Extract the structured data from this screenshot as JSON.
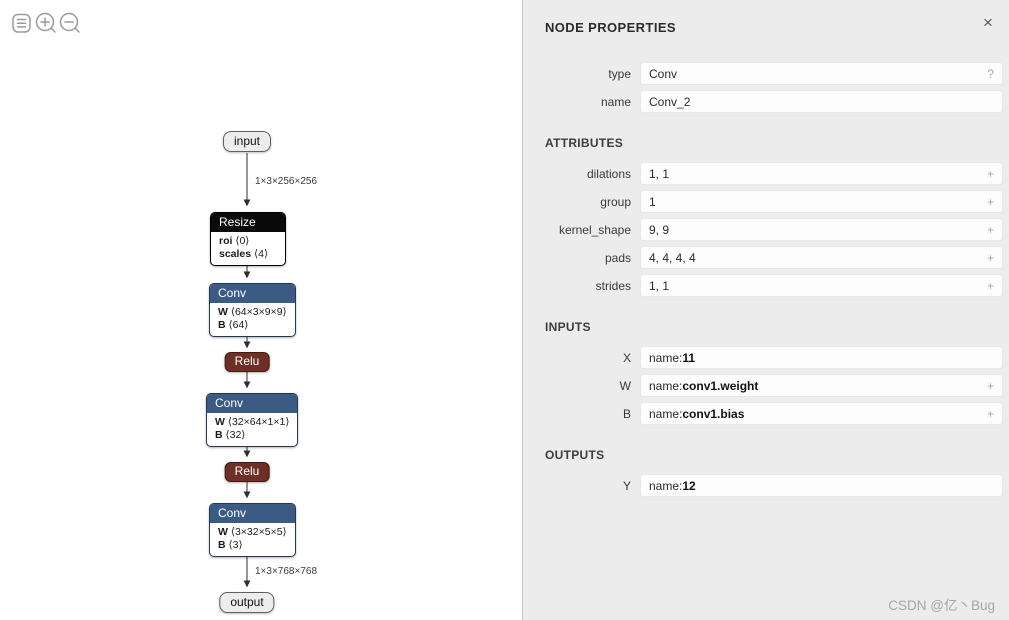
{
  "toolbar": {
    "menu_icon": "menu",
    "zoom_in_icon": "magnifier-plus",
    "zoom_out_icon": "magnifier-minus"
  },
  "graph": {
    "input_label": "input",
    "output_label": "output",
    "edge_label_top": "1×3×256×256",
    "edge_label_bottom": "1×3×768×768",
    "resize": {
      "title": "Resize",
      "rows": [
        {
          "k": "roi",
          "v": "⟨0⟩"
        },
        {
          "k": "scales",
          "v": "⟨4⟩"
        }
      ]
    },
    "conv1": {
      "title": "Conv",
      "rows": [
        {
          "k": "W",
          "v": "⟨64×3×9×9⟩"
        },
        {
          "k": "B",
          "v": "⟨64⟩"
        }
      ]
    },
    "relu1": "Relu",
    "conv2": {
      "title": "Conv",
      "rows": [
        {
          "k": "W",
          "v": "⟨32×64×1×1⟩"
        },
        {
          "k": "B",
          "v": "⟨32⟩"
        }
      ]
    },
    "relu2": "Relu",
    "conv3": {
      "title": "Conv",
      "rows": [
        {
          "k": "W",
          "v": "⟨3×32×5×5⟩"
        },
        {
          "k": "B",
          "v": "⟨3⟩"
        }
      ]
    }
  },
  "panel": {
    "title": "NODE PROPERTIES",
    "close_icon": "×",
    "type_label": "type",
    "type_value": "Conv",
    "type_hint": "?",
    "name_label": "name",
    "name_value": "Conv_2",
    "attributes_title": "ATTRIBUTES",
    "attributes": [
      {
        "label": "dilations",
        "value": "1, 1",
        "add": "+"
      },
      {
        "label": "group",
        "value": "1",
        "add": "+"
      },
      {
        "label": "kernel_shape",
        "value": "9, 9",
        "add": "+"
      },
      {
        "label": "pads",
        "value": "4, 4, 4, 4",
        "add": "+"
      },
      {
        "label": "strides",
        "value": "1, 1",
        "add": "+"
      }
    ],
    "inputs_title": "INPUTS",
    "inputs": [
      {
        "label": "X",
        "prefix": "name: ",
        "value": "11",
        "add": ""
      },
      {
        "label": "W",
        "prefix": "name: ",
        "value": "conv1.weight",
        "add": "+"
      },
      {
        "label": "B",
        "prefix": "name: ",
        "value": "conv1.bias",
        "add": "+"
      }
    ],
    "outputs_title": "OUTPUTS",
    "outputs": [
      {
        "label": "Y",
        "prefix": "name: ",
        "value": "12",
        "add": ""
      }
    ]
  },
  "watermark": "CSDN @亿丶Bug",
  "colors": {
    "conv_header": "#3b5a84",
    "resize_header": "#0a0a0a",
    "relu_fill": "#6e2f26",
    "panel_bg": "#ececec",
    "canvas_bg": "#ffffff"
  }
}
